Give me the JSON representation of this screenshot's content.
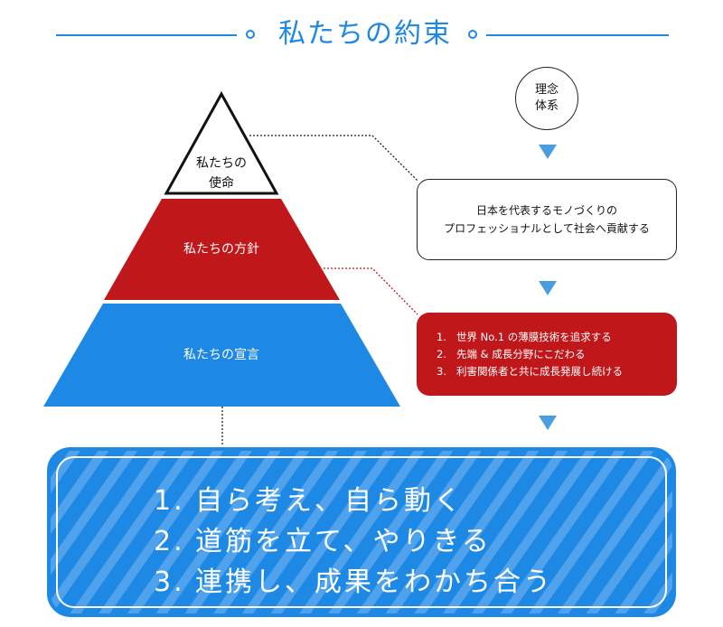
{
  "title": "私たちの約束",
  "colors": {
    "blue": "#1e88e5",
    "red": "#c0171a",
    "arrow": "#4a9ee0"
  },
  "pyramid": {
    "top": {
      "line1": "私たちの",
      "line2": "使命"
    },
    "middle": "私たちの方針",
    "bottom": "私たちの宣言"
  },
  "philosophy": {
    "line1": "理念",
    "line2": "体系"
  },
  "mission_box": {
    "line1": "日本を代表するモノづくりの",
    "line2": "プロフェッショナルとして社会へ貢献する"
  },
  "policy_box": {
    "items": [
      {
        "num": "1.",
        "text": "世界 No.1 の薄膜技術を追求する"
      },
      {
        "num": "2.",
        "text": "先端 & 成長分野にこだわる"
      },
      {
        "num": "3.",
        "text": "利害関係者と共に成長発展し続ける"
      }
    ]
  },
  "declaration": {
    "items": [
      {
        "num": "1.",
        "text": "自ら考え、自ら動く"
      },
      {
        "num": "2.",
        "text": "道筋を立て、やりきる"
      },
      {
        "num": "3.",
        "text": "連携し、成果をわかち合う"
      }
    ]
  }
}
